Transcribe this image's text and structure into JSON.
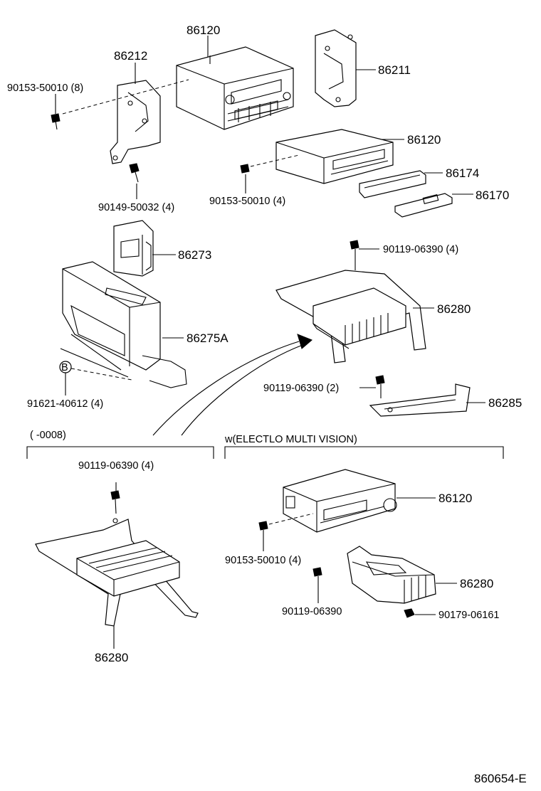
{
  "diagram_id": "860654-E",
  "labels": {
    "p86120_a": "86120",
    "p86212": "86212",
    "p86211": "86211",
    "p90153_8": "90153-50010 (8)",
    "p90149": "90149-50032 (4)",
    "p86120_b": "86120",
    "p90153_4a": "90153-50010 (4)",
    "p86174": "86174",
    "p86170": "86170",
    "p86273": "86273",
    "p86275A": "86275A",
    "p91621": "91621-40612 (4)",
    "callout_b": "B",
    "p90119_4a": "90119-06390 (4)",
    "p86280_a": "86280",
    "p90119_2": "90119-06390 (2)",
    "p86285": "86285",
    "p90119_4b": "90119-06390 (4)",
    "p86280_b": "86280",
    "p86120_c": "86120",
    "p90153_4b": "90153-50010 (4)",
    "p86280_c": "86280",
    "p90119_single": "90119-06390",
    "p90179": "90179-06161"
  },
  "sections": {
    "left_note": "(        -0008)",
    "right_note": "w(ELECTLO MULTI VISION)"
  },
  "footer_code": "860654-E"
}
